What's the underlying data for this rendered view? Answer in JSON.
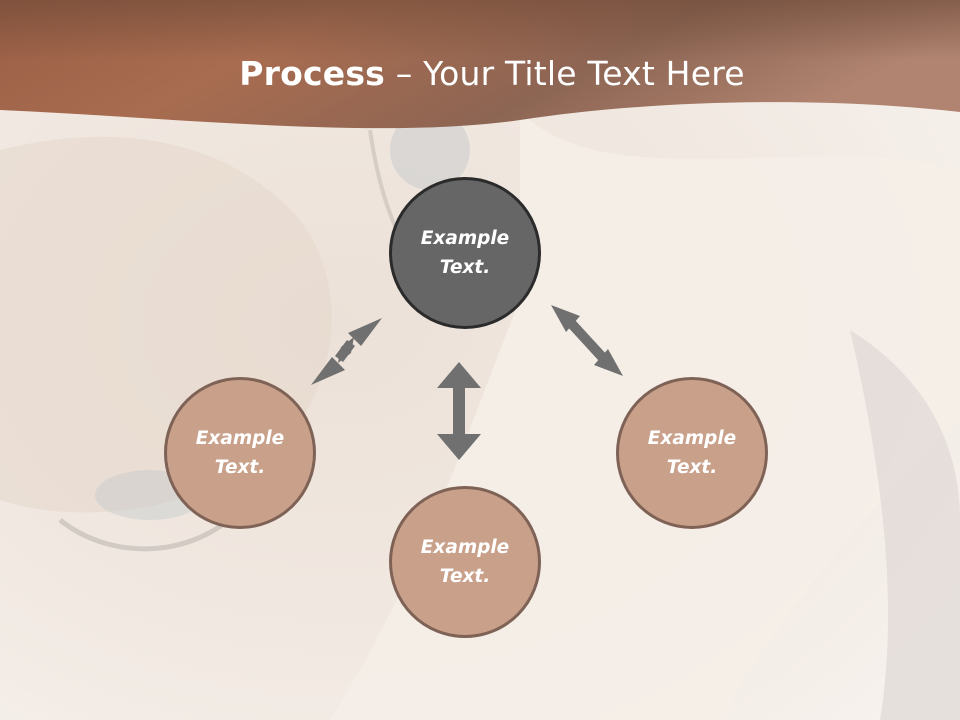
{
  "slide": {
    "title_bold": "Process",
    "title_rest": " – Your Title Text Here"
  },
  "nodes": [
    {
      "id": "top",
      "label": "Example Text.",
      "color": "#666666"
    },
    {
      "id": "left",
      "label": "Example Text.",
      "color": "#c9a08a"
    },
    {
      "id": "bottom",
      "label": "Example Text.",
      "color": "#c9a08a"
    },
    {
      "id": "right",
      "label": "Example Text.",
      "color": "#c9a08a"
    }
  ],
  "colors": {
    "header": "#a5705a",
    "arrow": "#707070",
    "background": "#f3ece6"
  }
}
